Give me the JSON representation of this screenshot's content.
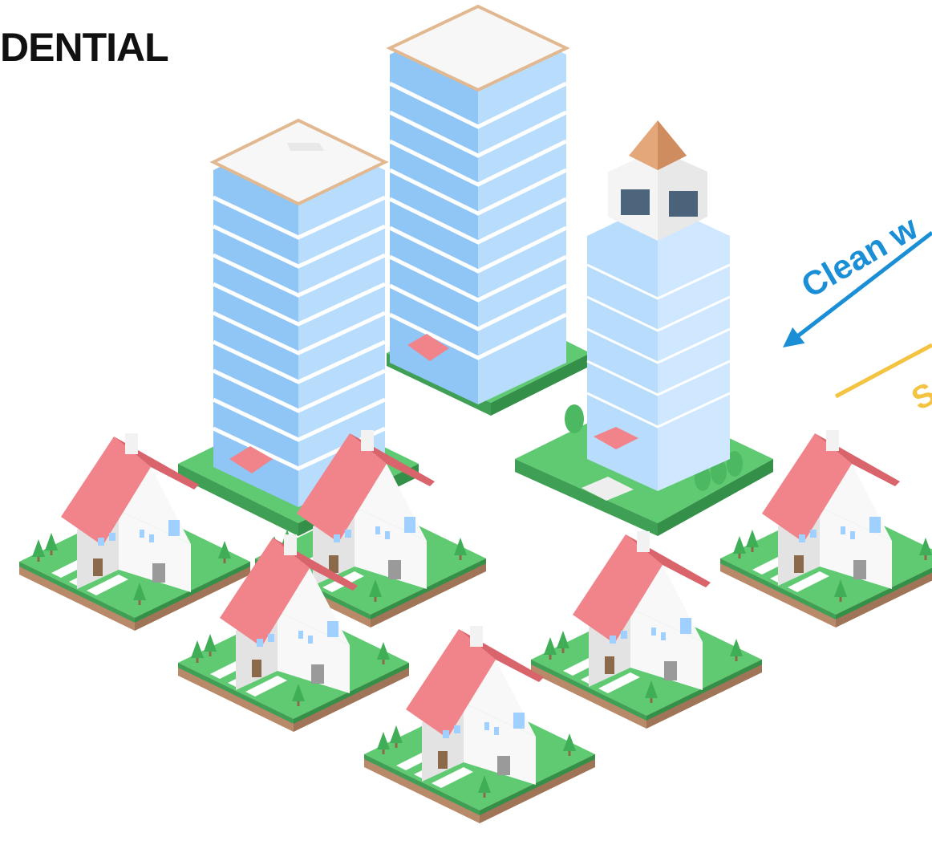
{
  "heading": "DENTIAL",
  "flows": {
    "clean": {
      "label": "Clean w",
      "color": "#1a8fd6"
    },
    "second": {
      "label": "S",
      "color": "#f5c342"
    }
  },
  "palette": {
    "grass_top": "#5fca72",
    "grass_side": "#3e9f55",
    "soil_side": "#b88a6a",
    "roof": "#f0848a",
    "roof_dark": "#d9646c",
    "wall": "#f8f8f8",
    "wall_shade": "#e3e3e3",
    "glass": "#9fd0ff",
    "glass_light": "#cfe8ff"
  }
}
